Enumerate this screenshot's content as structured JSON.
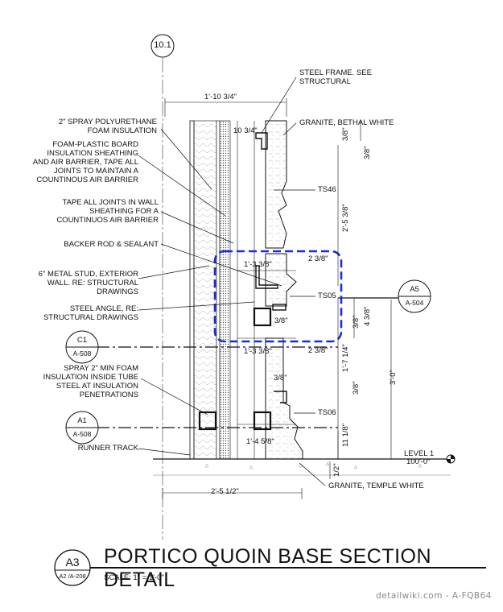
{
  "grid_bubble": "10.1",
  "notes_left": {
    "spray_foam": "2\" SPRAY POLYURETHANE\nFOAM INSULATION",
    "foam_board": "FOAM-PLASTIC BOARD\nINSULATION SHEATHING\nAND AIR BARRIER, TAPE ALL\nJOINTS TO MAINTAIN A\nCOUNTINOUS AIR BARRIER",
    "tape_joints": "TAPE ALL JOINTS IN WALL\nSHEATHING FOR A\nCOUNTINUOS AIR BARRIER",
    "backer_rod": "BACKER ROD & SEALANT",
    "metal_stud": "6\" METAL STUD, EXTERIOR\nWALL. RE: STRUCTURAL\nDRAWINGS",
    "steel_angle": "STEEL ANGLE, RE:\nSTRUCTURAL DRAWINGS",
    "spray_min": "SPRAY 2\" MIN FOAM\nINSULATION INSIDE TUBE\nSTEEL AT INSULATION\nPENETRATIONS",
    "runner_track": "RUNNER TRACK"
  },
  "notes_right": {
    "steel_frame": "STEEL FRAME. SEE\nSTRUCTURAL",
    "granite_bethal": "GRANITE, BETHAL WHITE",
    "ts46": "TS46",
    "ts05": "TS05",
    "ts06": "TS06",
    "granite_temple": "GRANITE, TEMPLE WHITE",
    "level_name": "LEVEL 1",
    "level_value": "100'-0\""
  },
  "dimensions": {
    "top_width": "1'-10 3/4\"",
    "d10_3_4": "10 3/4\"",
    "d3_8_a": "3/8\"",
    "d3_8_b": "3/8\"",
    "d2_5_3_8": "2'-5 3/8\"",
    "d1_3_3_8": "1'-3 3/8\"",
    "d2_3_8_a": "2 3/8\"",
    "d3_8_c": "3/8\"",
    "d3_8_d": "3/8\"",
    "d4_3_8": "4 3/8\"",
    "d1_3_3_8_b": "1'-3 3/8\"",
    "d2_3_8_b": "2 3/8\"",
    "d1_7_1_4": "1'-7 1/4\"",
    "d3_0": "3'-0\"",
    "d3_8_e": "3/8\"",
    "d3_8_f": "3/8\"",
    "d11_1_8": "11 1/8\"",
    "d1_4_5_8": "1'-4 5/8\"",
    "d1_2": "1/2\"",
    "bottom_width": "2'-5 1/2\""
  },
  "section_refs": {
    "a5_top": "A5",
    "a5_bottom": "A-504",
    "c1_top": "C1",
    "c1_bottom": "A-508",
    "a1_top": "A1",
    "a1_bottom": "A-508"
  },
  "title_block": {
    "id": "A3",
    "sheet": "A2 /A-208",
    "title": "PORTICO QUOIN BASE SECTION DETAIL",
    "scale": "SCALE:  1\" = 1'-0\""
  },
  "watermark": "detailwiki.com - A-FQB64",
  "colors": {
    "highlight": "#1f2bd6",
    "ink": "#111111"
  }
}
